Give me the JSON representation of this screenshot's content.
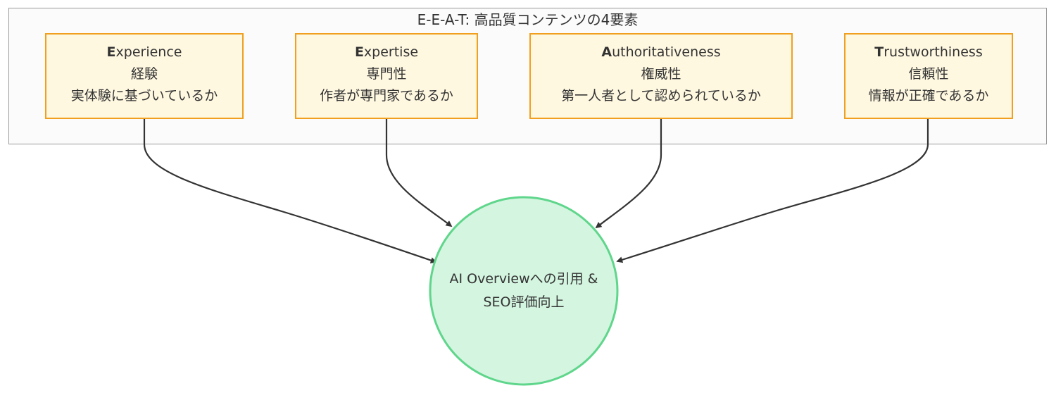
{
  "group": {
    "title": "E-E-A-T: 高品質コンテンツの4要素"
  },
  "factors": [
    {
      "initial": "E",
      "rest": "xperience",
      "ja": "経験",
      "question": "実体験に基づいているか"
    },
    {
      "initial": "E",
      "rest": "xpertise",
      "ja": "専門性",
      "question": "作者が専門家であるか"
    },
    {
      "initial": "A",
      "rest": "uthoritativeness",
      "ja": "権威性",
      "question": "第一人者として認められているか"
    },
    {
      "initial": "T",
      "rest": "rustworthiness",
      "ja": "信頼性",
      "question": "情報が正確であるか"
    }
  ],
  "goal": {
    "line1": "AI Overviewへの引用 &",
    "line2": "SEO評価向上"
  },
  "colors": {
    "factor_fill": "#fff8e1",
    "factor_border": "#f0a01e",
    "goal_fill": "#d4f5e0",
    "goal_border": "#5fd68b",
    "edge": "#333333",
    "group_fill": "#fbfbfb",
    "group_border": "#9a9a9a"
  }
}
